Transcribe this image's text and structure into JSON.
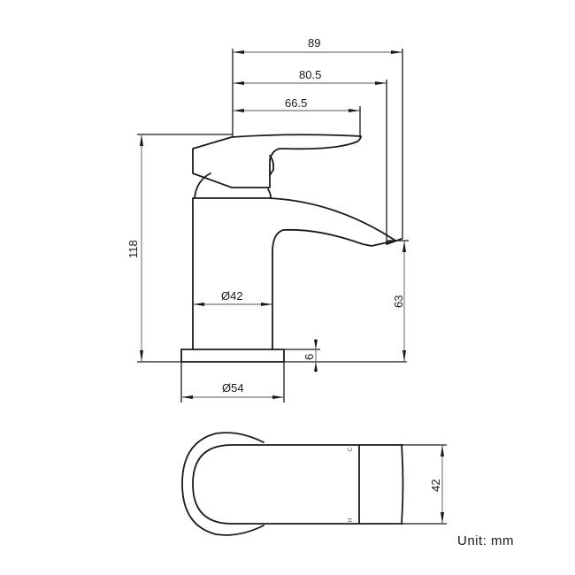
{
  "drawing": {
    "subject": "basin mixer tap technical drawing",
    "unit_label": "Unit: mm",
    "side_view": {
      "dimensions": {
        "overall_reach": "89",
        "spout_reach": "80.5",
        "handle_reach": "66.5",
        "overall_height": "118",
        "spout_height": "63",
        "base_thickness": "6",
        "body_diameter": "Ø42",
        "base_diameter": "Ø54"
      }
    },
    "top_view": {
      "dimensions": {
        "width": "42"
      },
      "markings": {
        "cold": "C",
        "hot": "H"
      }
    },
    "colors": {
      "line": "#1a1a1a",
      "dimension_line": "#555555",
      "background": "#ffffff"
    }
  }
}
